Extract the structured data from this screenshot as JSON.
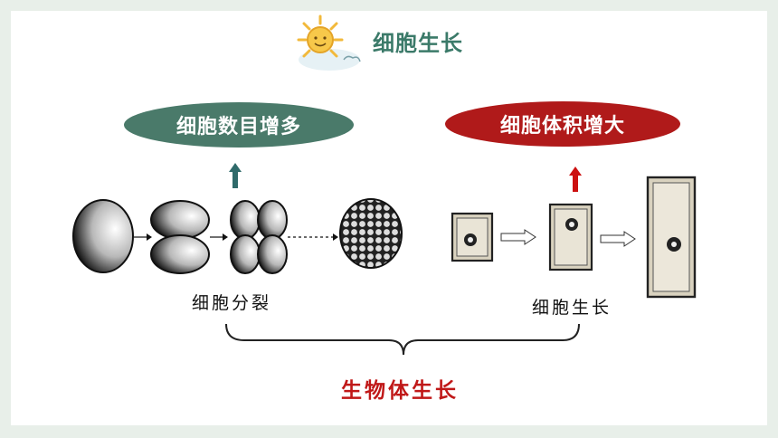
{
  "title": "细胞生长",
  "left_pill": "细胞数目增多",
  "right_pill": "细胞体积增大",
  "left_caption": "细胞分裂",
  "right_caption": "细胞生长",
  "bottom_caption": "生物体生长",
  "colors": {
    "green": "#4a7a6a",
    "red": "#b01a1a",
    "title": "#3b7a69",
    "accent_red": "#c01818"
  }
}
